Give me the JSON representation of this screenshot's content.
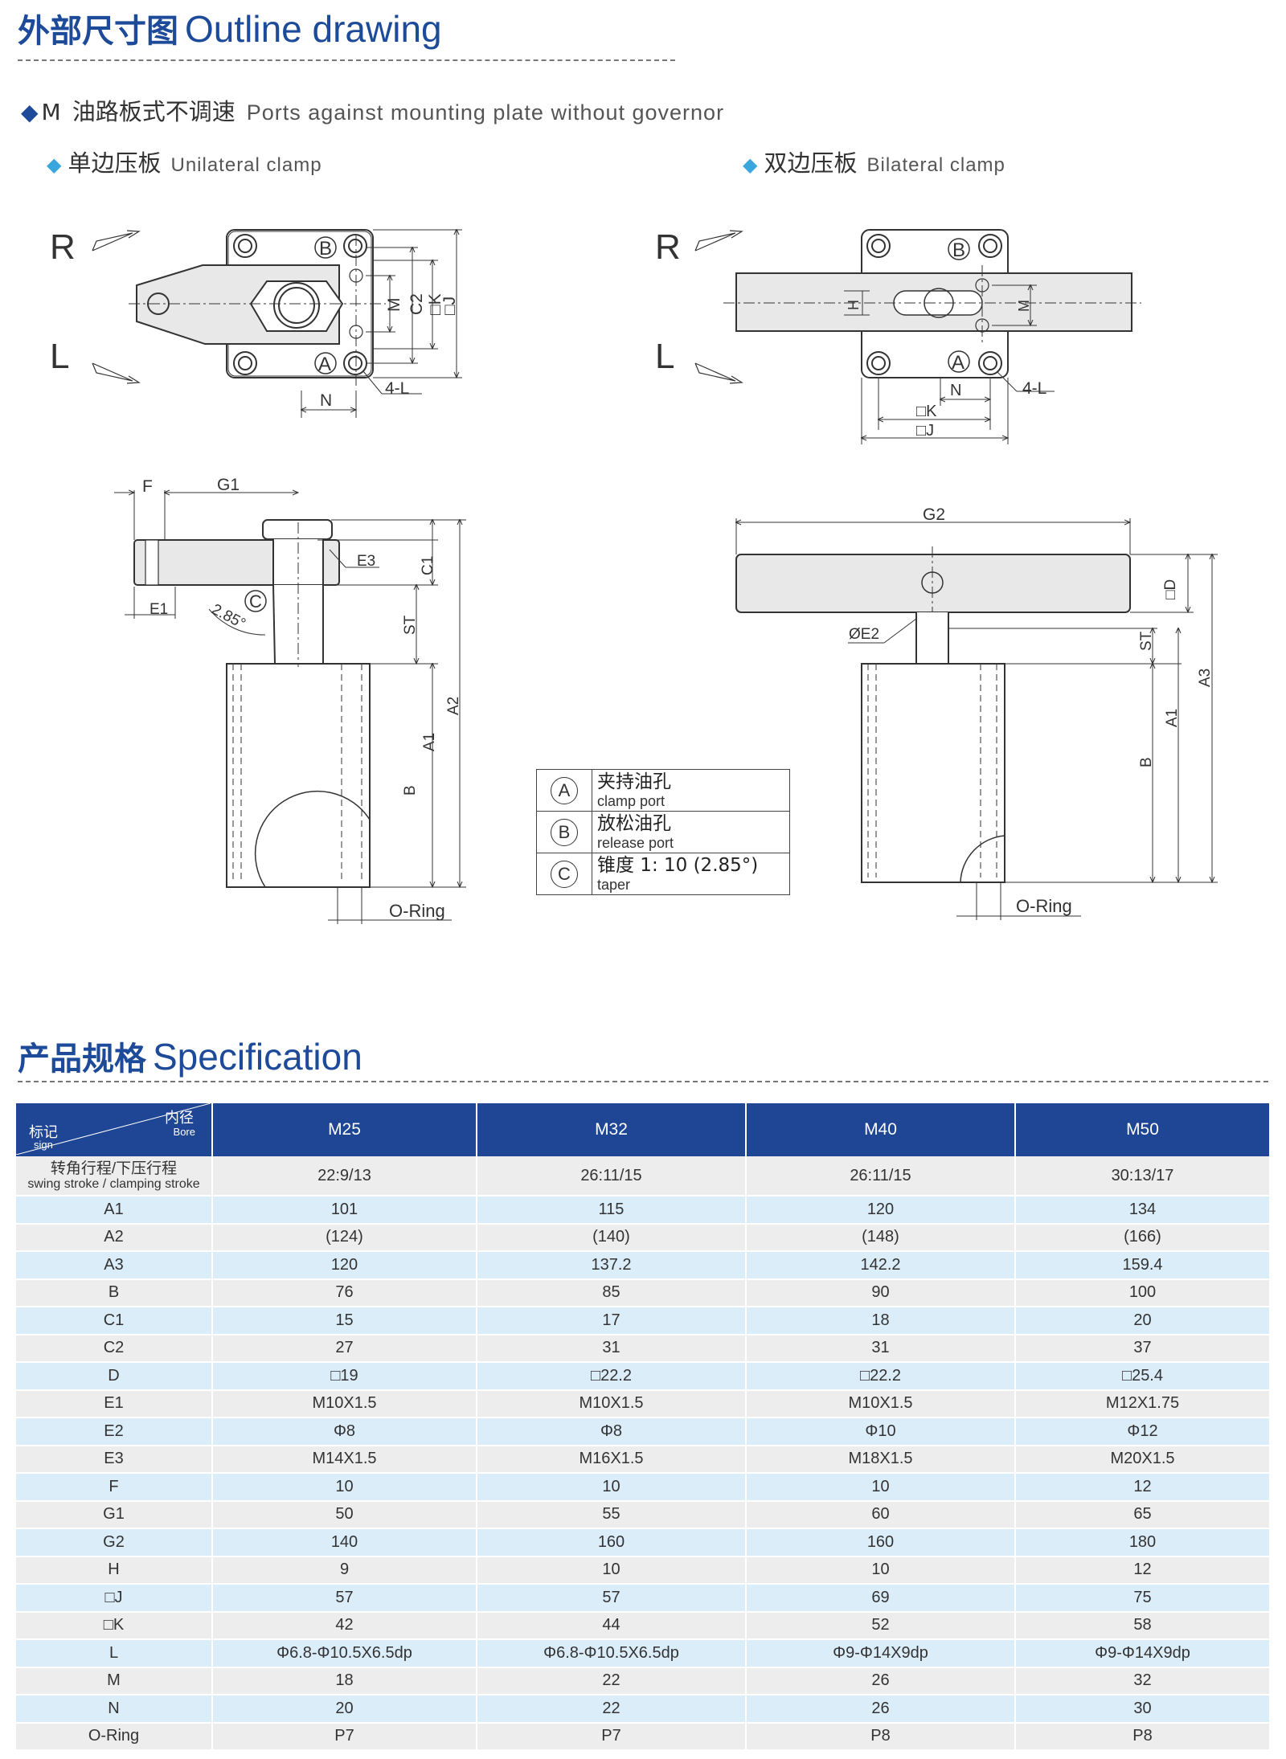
{
  "outline": {
    "title_zh": "外部尺寸图",
    "title_en": "Outline drawing",
    "model_code": "M",
    "model_zh": "油路板式不调速",
    "model_en": "Ports against mounting plate without governor",
    "unilateral_zh": "单边压板",
    "unilateral_en": "Unilateral clamp",
    "bilateral_zh": "双边压板",
    "bilateral_en": "Bilateral clamp"
  },
  "drawing_labels": {
    "R": "R",
    "L": "L",
    "A": "A",
    "B": "B",
    "C": "C",
    "N": "N",
    "M": "M",
    "H": "H",
    "C2": "C2",
    "K": "□K",
    "J": "□J",
    "4L": "4-L",
    "F": "F",
    "G1": "G1",
    "G2": "G2",
    "E1": "E1",
    "E2": "ØE2",
    "E3": "E3",
    "C1": "C1",
    "ST": "ST",
    "A1": "A1",
    "A2": "A2",
    "A3": "A3",
    "Bdim": "B",
    "D": "□D",
    "angle": "2.85°",
    "oring": "O-Ring"
  },
  "legend": [
    {
      "symbol": "A",
      "zh": "夹持油孔",
      "en": "clamp port"
    },
    {
      "symbol": "B",
      "zh": "放松油孔",
      "en": "release port"
    },
    {
      "symbol": "C",
      "zh": "锥度 1: 10 (2.85°)",
      "en": "taper"
    }
  ],
  "spec": {
    "title_zh": "产品规格",
    "title_en": "Specification",
    "header": {
      "sign_zh": "标记",
      "sign_en": "sign",
      "bore_zh": "内径",
      "bore_en": "Bore",
      "models": [
        "M25",
        "M32",
        "M40",
        "M50"
      ]
    },
    "stroke_row": {
      "zh": "转角行程/下压行程",
      "en": "swing stroke / clamping stroke",
      "values": [
        "22:9/13",
        "26:11/15",
        "26:11/15",
        "30:13/17"
      ]
    },
    "rows": [
      {
        "sign": "A1",
        "values": [
          "101",
          "115",
          "120",
          "134"
        ]
      },
      {
        "sign": "A2",
        "values": [
          "(124)",
          "(140)",
          "(148)",
          "(166)"
        ]
      },
      {
        "sign": "A3",
        "values": [
          "120",
          "137.2",
          "142.2",
          "159.4"
        ]
      },
      {
        "sign": "B",
        "values": [
          "76",
          "85",
          "90",
          "100"
        ]
      },
      {
        "sign": "C1",
        "values": [
          "15",
          "17",
          "18",
          "20"
        ]
      },
      {
        "sign": "C2",
        "values": [
          "27",
          "31",
          "31",
          "37"
        ]
      },
      {
        "sign": "D",
        "values": [
          "□19",
          "□22.2",
          "□22.2",
          "□25.4"
        ]
      },
      {
        "sign": "E1",
        "values": [
          "M10X1.5",
          "M10X1.5",
          "M10X1.5",
          "M12X1.75"
        ]
      },
      {
        "sign": "E2",
        "values": [
          "Φ8",
          "Φ8",
          "Φ10",
          "Φ12"
        ]
      },
      {
        "sign": "E3",
        "values": [
          "M14X1.5",
          "M16X1.5",
          "M18X1.5",
          "M20X1.5"
        ]
      },
      {
        "sign": "F",
        "values": [
          "10",
          "10",
          "10",
          "12"
        ]
      },
      {
        "sign": "G1",
        "values": [
          "50",
          "55",
          "60",
          "65"
        ]
      },
      {
        "sign": "G2",
        "values": [
          "140",
          "160",
          "160",
          "180"
        ]
      },
      {
        "sign": "H",
        "values": [
          "9",
          "10",
          "10",
          "12"
        ]
      },
      {
        "sign": "□J",
        "values": [
          "57",
          "57",
          "69",
          "75"
        ]
      },
      {
        "sign": "□K",
        "values": [
          "42",
          "44",
          "52",
          "58"
        ]
      },
      {
        "sign": "L",
        "values": [
          "Φ6.8-Φ10.5X6.5dp",
          "Φ6.8-Φ10.5X6.5dp",
          "Φ9-Φ14X9dp",
          "Φ9-Φ14X9dp"
        ]
      },
      {
        "sign": "M",
        "values": [
          "18",
          "22",
          "26",
          "32"
        ]
      },
      {
        "sign": "N",
        "values": [
          "20",
          "22",
          "26",
          "30"
        ]
      },
      {
        "sign": "O-Ring",
        "values": [
          "P7",
          "P7",
          "P8",
          "P8"
        ]
      }
    ]
  },
  "colors": {
    "title_blue": "#1d4a99",
    "header_blue": "#1f4595",
    "row_blue": "#dcedfa",
    "row_gray": "#ededed",
    "diamond": "#3aa6dd"
  }
}
